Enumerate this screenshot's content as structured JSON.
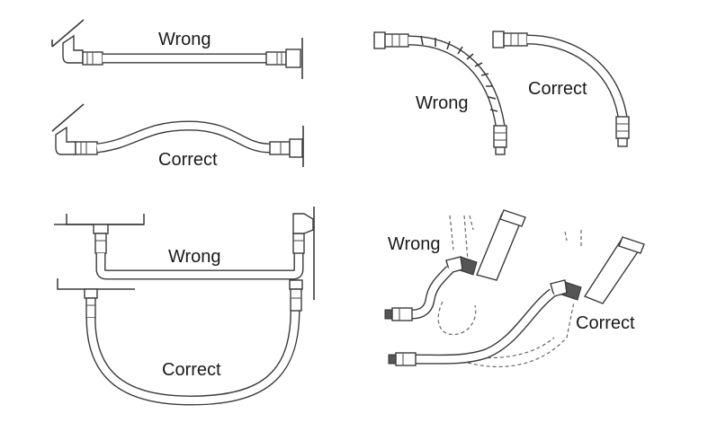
{
  "panels": [
    {
      "id": "top-left",
      "labels": {
        "wrong": "Wrong",
        "correct": "Correct"
      }
    },
    {
      "id": "top-right",
      "labels": {
        "wrong": "Wrong",
        "correct": "Correct"
      }
    },
    {
      "id": "bottom-left",
      "labels": {
        "wrong": "Wrong",
        "correct": "Correct"
      }
    },
    {
      "id": "bottom-right",
      "labels": {
        "wrong": "Wrong",
        "correct": "Correct"
      }
    }
  ]
}
